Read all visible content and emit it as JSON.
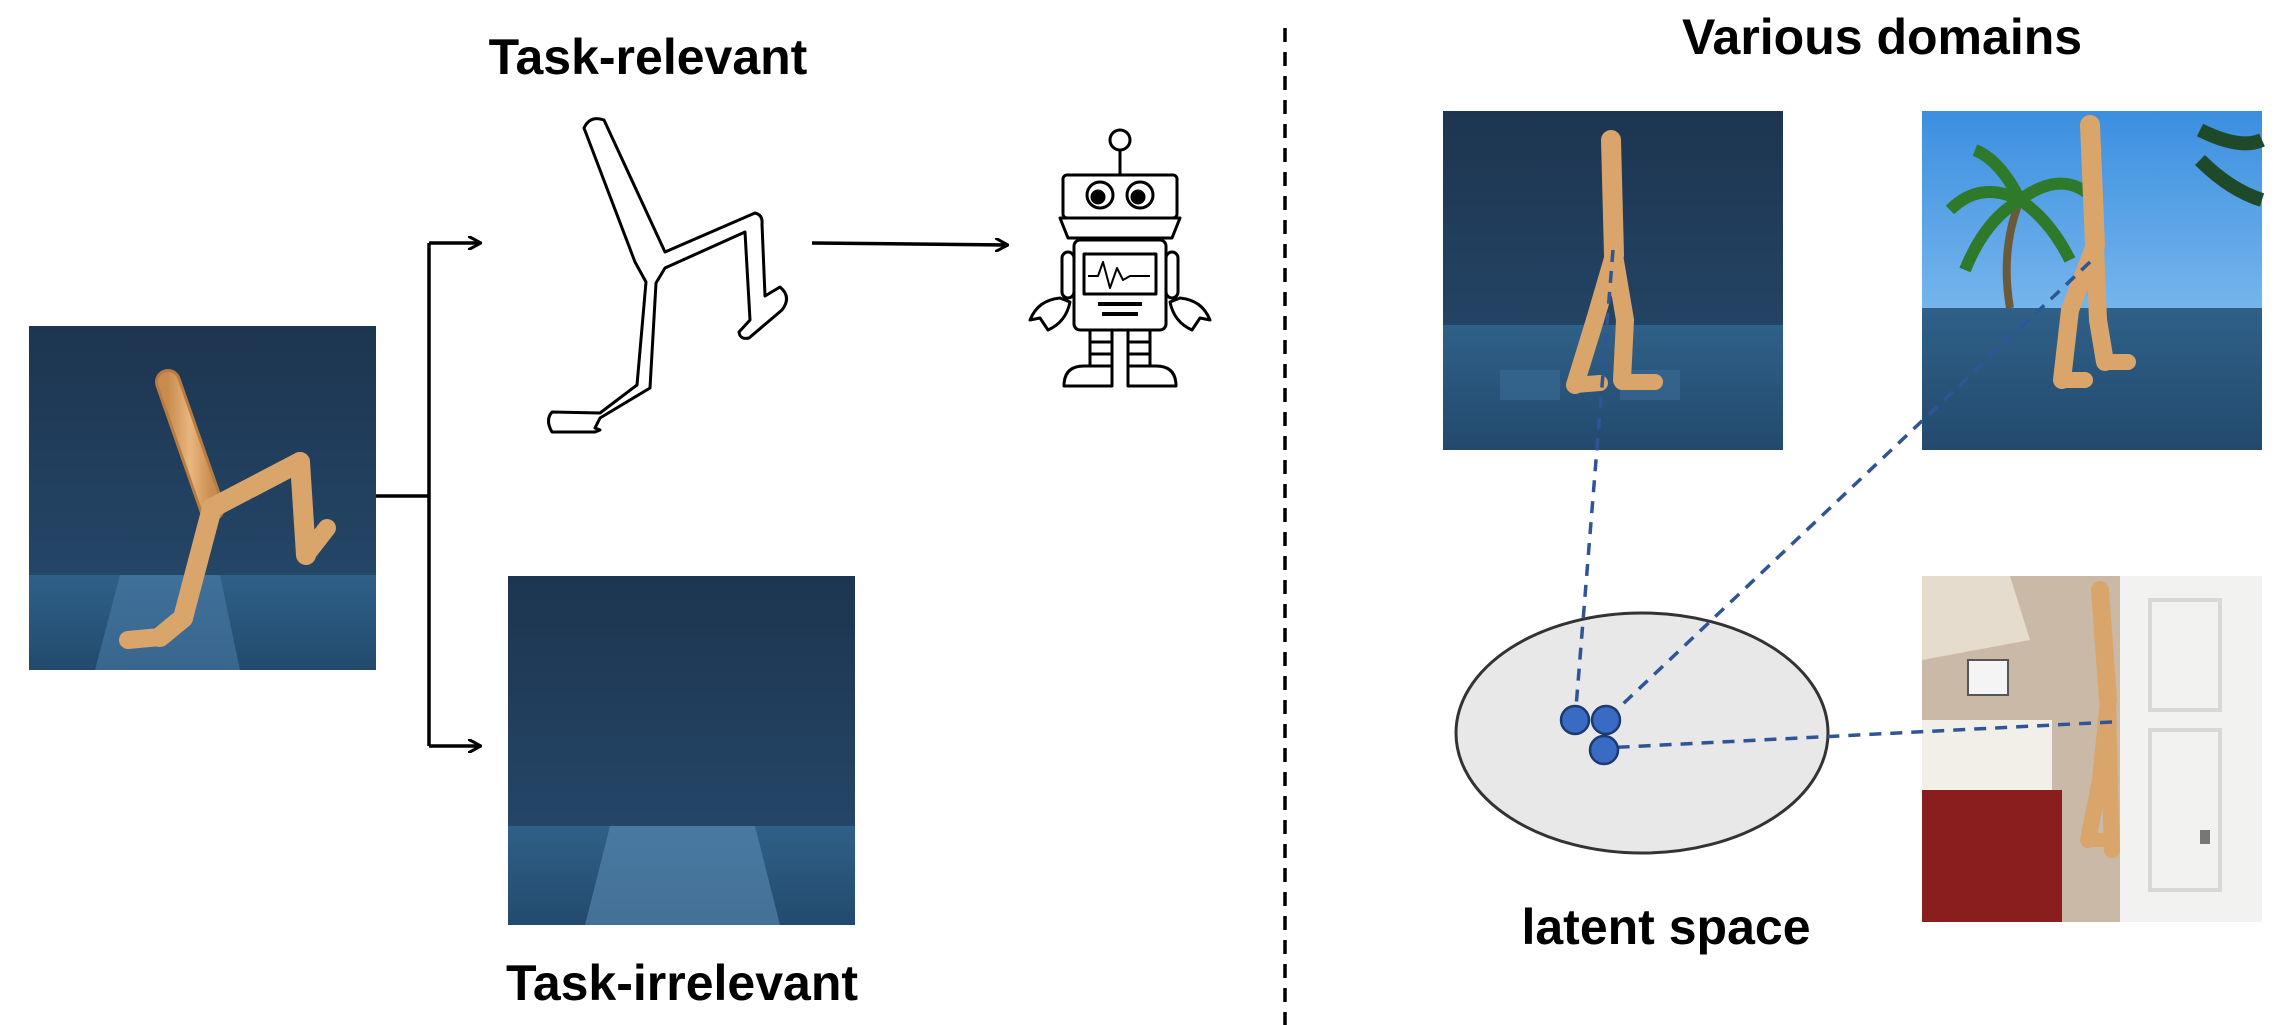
{
  "left": {
    "title_relevant": "Task-relevant",
    "title_irrelevant": "Task-irrelevant"
  },
  "right": {
    "title": "Various domains",
    "latent_label": "latent space"
  },
  "colors": {
    "sim_background": "#1f3b5c",
    "sim_floor": "#2c5a84",
    "walker_body": "#d9a56a",
    "latent_ellipse_fill": "#e8e8e8",
    "latent_point": "#3a6bc4",
    "dashed_link": "#2f5597",
    "sky": "#4fa3e8",
    "room_carpet": "#8a1e1e"
  },
  "icons": [
    "walker-sim-icon",
    "walker-outline-icon",
    "robot-icon",
    "palm-tree-icon",
    "door-icon"
  ]
}
